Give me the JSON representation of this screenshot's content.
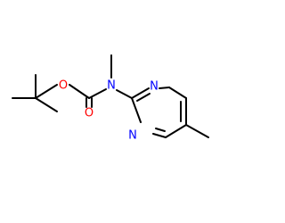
{
  "molecule": {
    "atoms": {
      "o_ether": {
        "label": "O"
      },
      "o_carbonyl": {
        "label": "O"
      },
      "n_amide": {
        "label": "N"
      },
      "n_ring_top": {
        "label": "N"
      },
      "n_ring_bottom": {
        "label": "N"
      }
    },
    "colors": {
      "oxygen": "#ff0000",
      "nitrogen": "#0000ff",
      "bond": "#000000"
    }
  }
}
